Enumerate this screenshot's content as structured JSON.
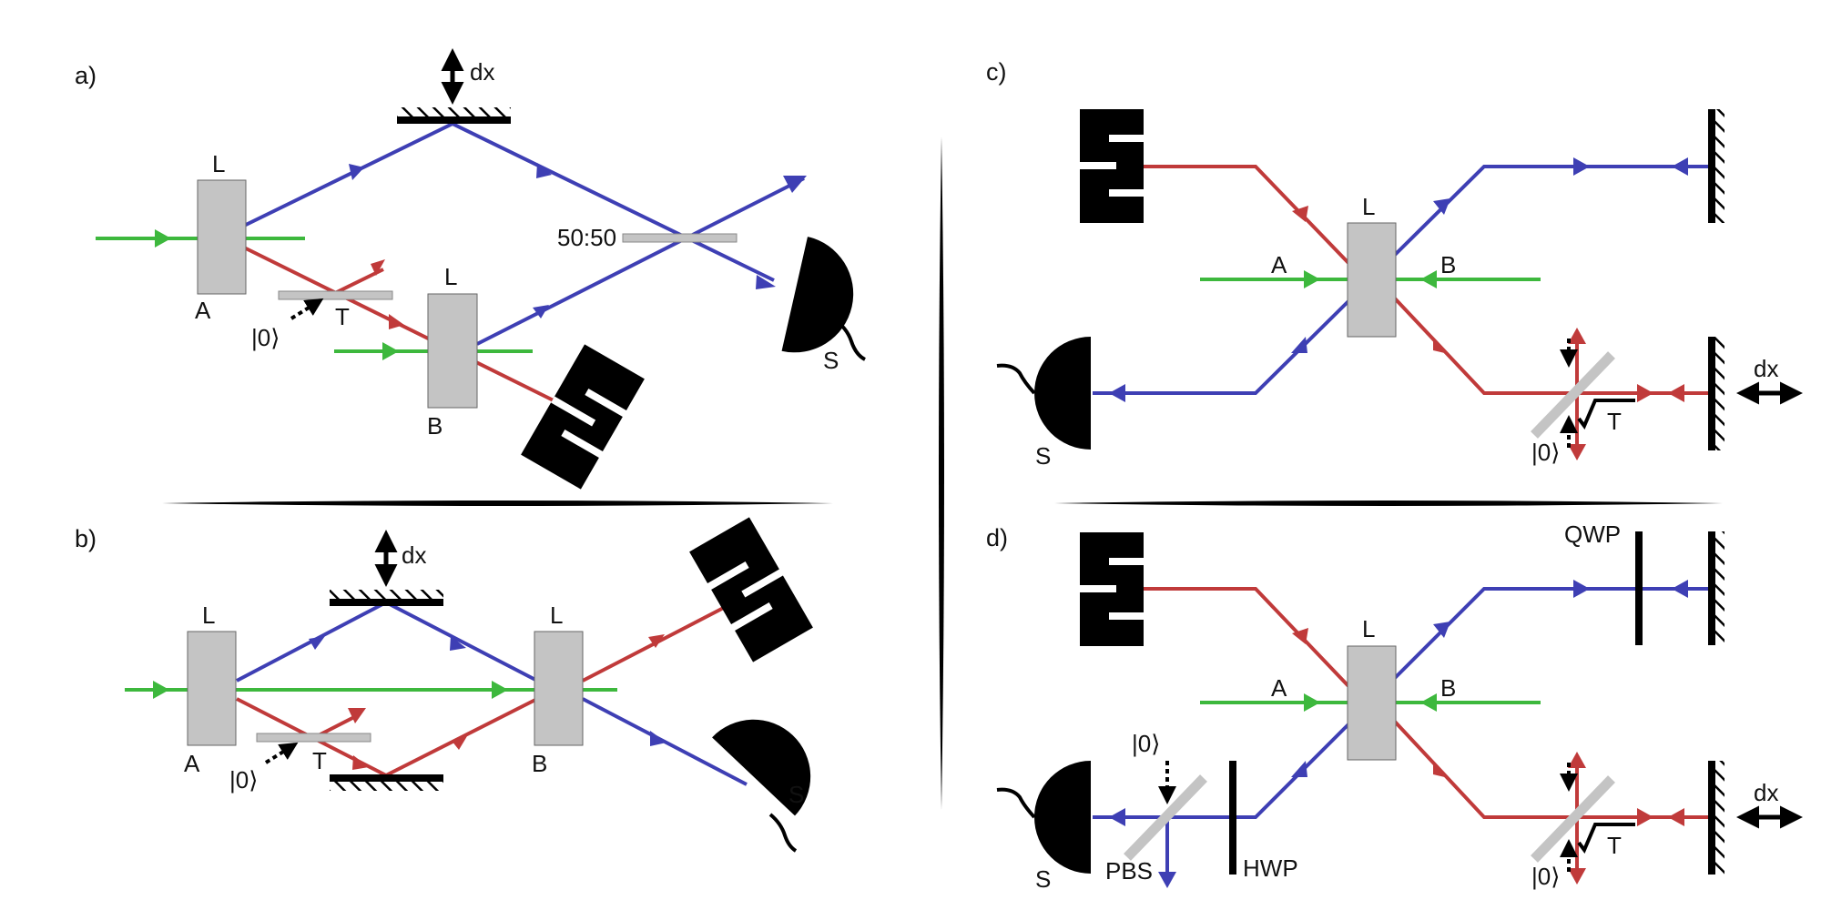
{
  "colors": {
    "blue": "#3e3fb4",
    "red": "#c03a3a",
    "green": "#3db83d",
    "crystal": "#c4c4c4",
    "black": "#000000"
  },
  "panels": {
    "a": {
      "label": "a)",
      "crystal_label": "L",
      "crystal_a": "A",
      "crystal_b": "B",
      "bs_ratio": "50:50",
      "transmission": "T",
      "vacuum": "|0⟩",
      "detector": "S",
      "displacement": "dx"
    },
    "b": {
      "label": "b)",
      "crystal_label": "L",
      "crystal_a": "A",
      "crystal_b": "B",
      "transmission": "T",
      "vacuum": "|0⟩",
      "detector": "S",
      "displacement": "dx"
    },
    "c": {
      "label": "c)",
      "crystal_label": "L",
      "pump_a": "A",
      "pump_b": "B",
      "sqrt_t": "T",
      "vacuum": "|0⟩",
      "detector": "S",
      "displacement": "dx"
    },
    "d": {
      "label": "d)",
      "crystal_label": "L",
      "pump_a": "A",
      "pump_b": "B",
      "sqrt_t": "T",
      "vacuum_right": "|0⟩",
      "vacuum_left": "|0⟩",
      "detector": "S",
      "displacement": "dx",
      "qwp": "QWP",
      "hwp": "HWP",
      "pbs": "PBS"
    }
  }
}
